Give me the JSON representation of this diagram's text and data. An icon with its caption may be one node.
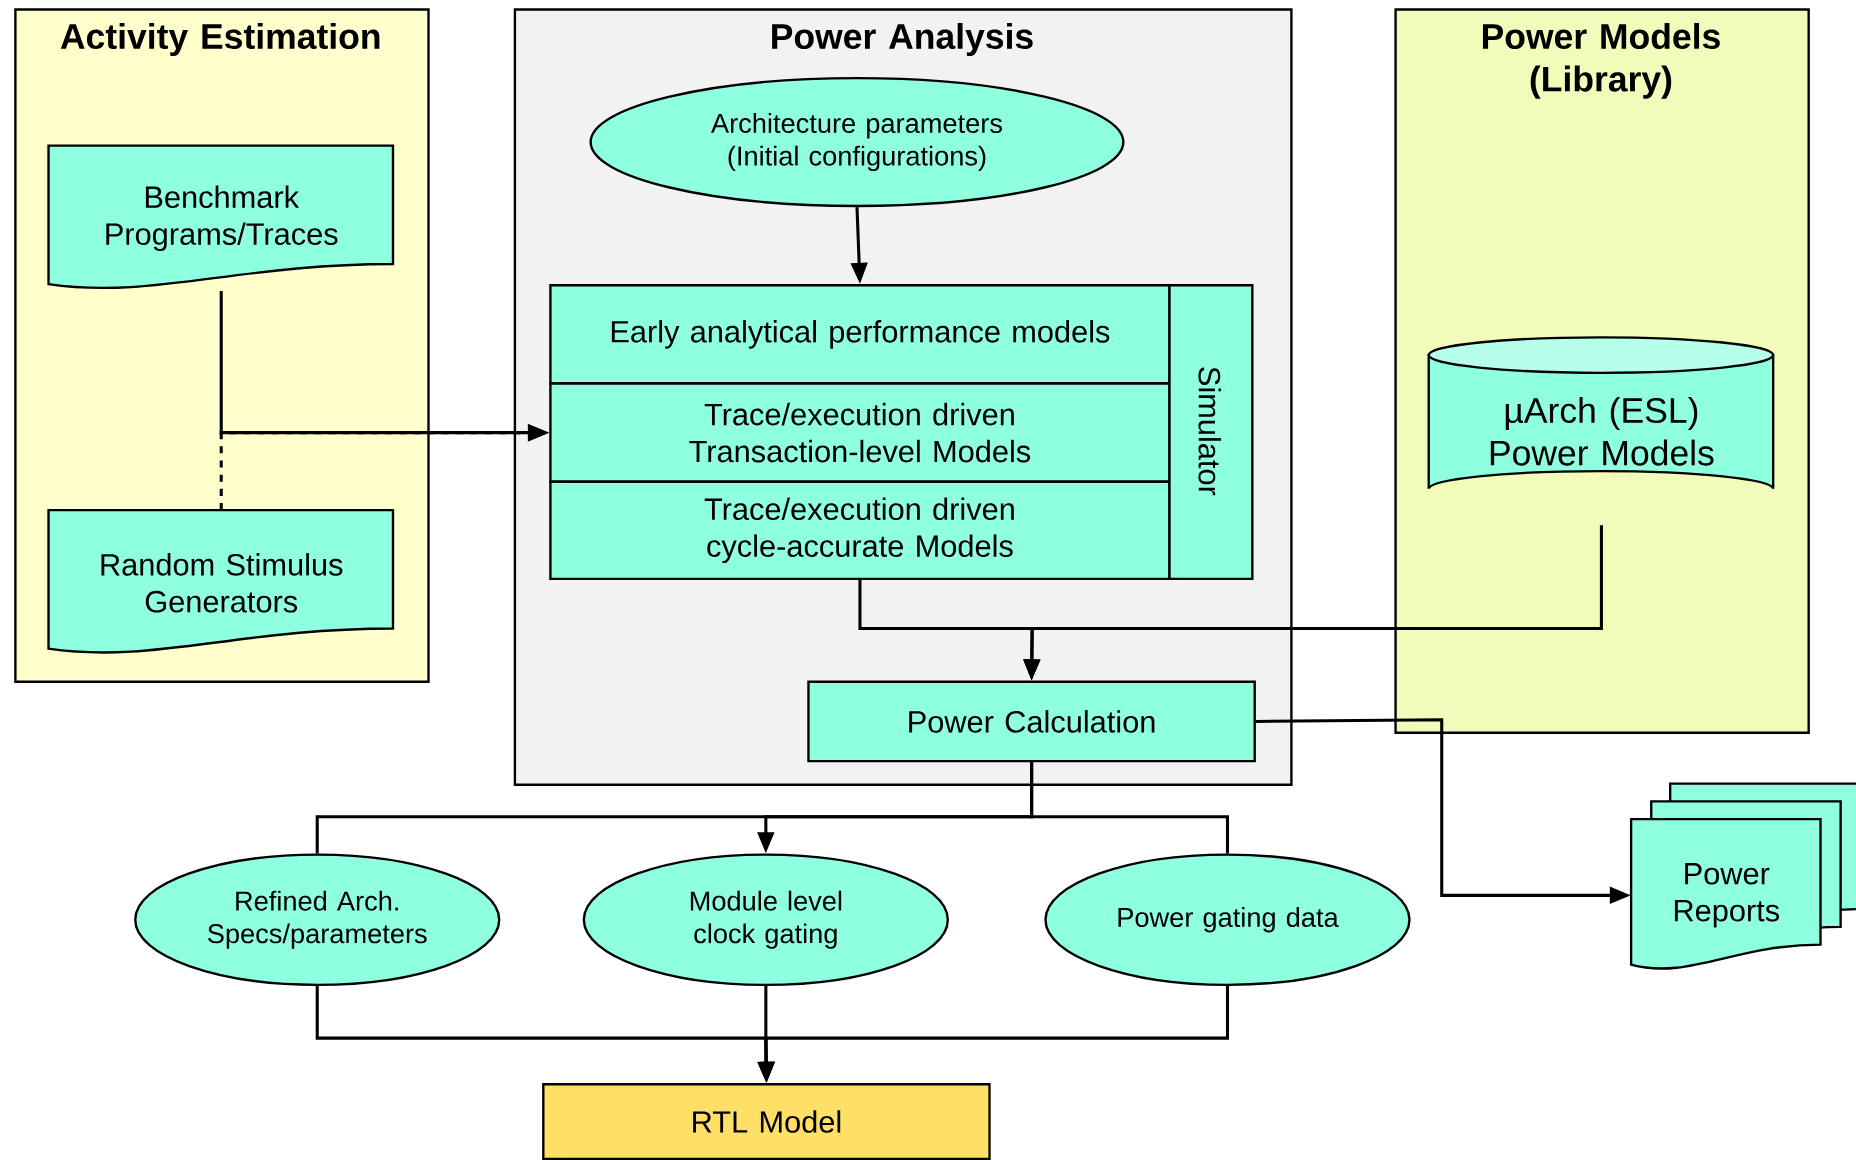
{
  "diagram": {
    "nodes": [
      {
        "text": [
          "Activity Estimation"
        ]
      },
      {
        "text": [
          "Benchmark Programs/Traces"
        ],
        "in": 0
      },
      {
        "text": [
          "Random Stimulus Generators"
        ],
        "in": 0
      },
      {
        "text": [
          "Power Analysis"
        ]
      },
      {
        "text": [
          "Architecture parameters (Initial configurations)"
        ],
        "in": 3
      },
      {
        "text": [
          "Early analytical performance models"
        ],
        "in": 3
      },
      {
        "text": [
          "Trace/execution driven Transaction-level Models"
        ],
        "in": 3
      },
      {
        "text": [
          "Trace/execution driven cycle-accurate Models"
        ],
        "in": 3
      },
      {
        "text": [
          "Simulator"
        ],
        "in": 3
      },
      {
        "text": [
          "Power Calculation"
        ],
        "in": 3
      },
      {
        "text": [
          "Power Models (Library)"
        ]
      },
      {
        "text": [
          "µArch (ESL) Power Models"
        ],
        "in": 10
      },
      {
        "text": [
          "Power Reports"
        ]
      },
      {
        "text": [
          "Refined Arch. Specs/parameters"
        ]
      },
      {
        "text": [
          "Module level clock gating"
        ]
      },
      {
        "text": [
          "Power gating data"
        ]
      },
      {
        "text": [
          "RTL Model"
        ]
      }
    ],
    "edges": [
      {
        "from": 1,
        "to": 6,
        "arrow": "to"
      },
      {
        "from": 2,
        "to": 6,
        "arrow": "to",
        "style": "dashed"
      },
      {
        "from": 4,
        "to": 5,
        "arrow": "to"
      },
      {
        "from": 7,
        "to": 9,
        "arrow": "to"
      },
      {
        "from": 11,
        "to": 9,
        "arrow": "to"
      },
      {
        "from": 9,
        "to": 12,
        "arrow": "to"
      },
      {
        "from": 9,
        "to": 13,
        "arrow": "none"
      },
      {
        "from": 9,
        "to": 14,
        "arrow": "to"
      },
      {
        "from": 9,
        "to": 15,
        "arrow": "none"
      },
      {
        "from": 13,
        "to": 16,
        "arrow": "to"
      },
      {
        "from": 14,
        "to": 16,
        "arrow": "to"
      },
      {
        "from": 15,
        "to": 16,
        "arrow": "to"
      }
    ]
  }
}
